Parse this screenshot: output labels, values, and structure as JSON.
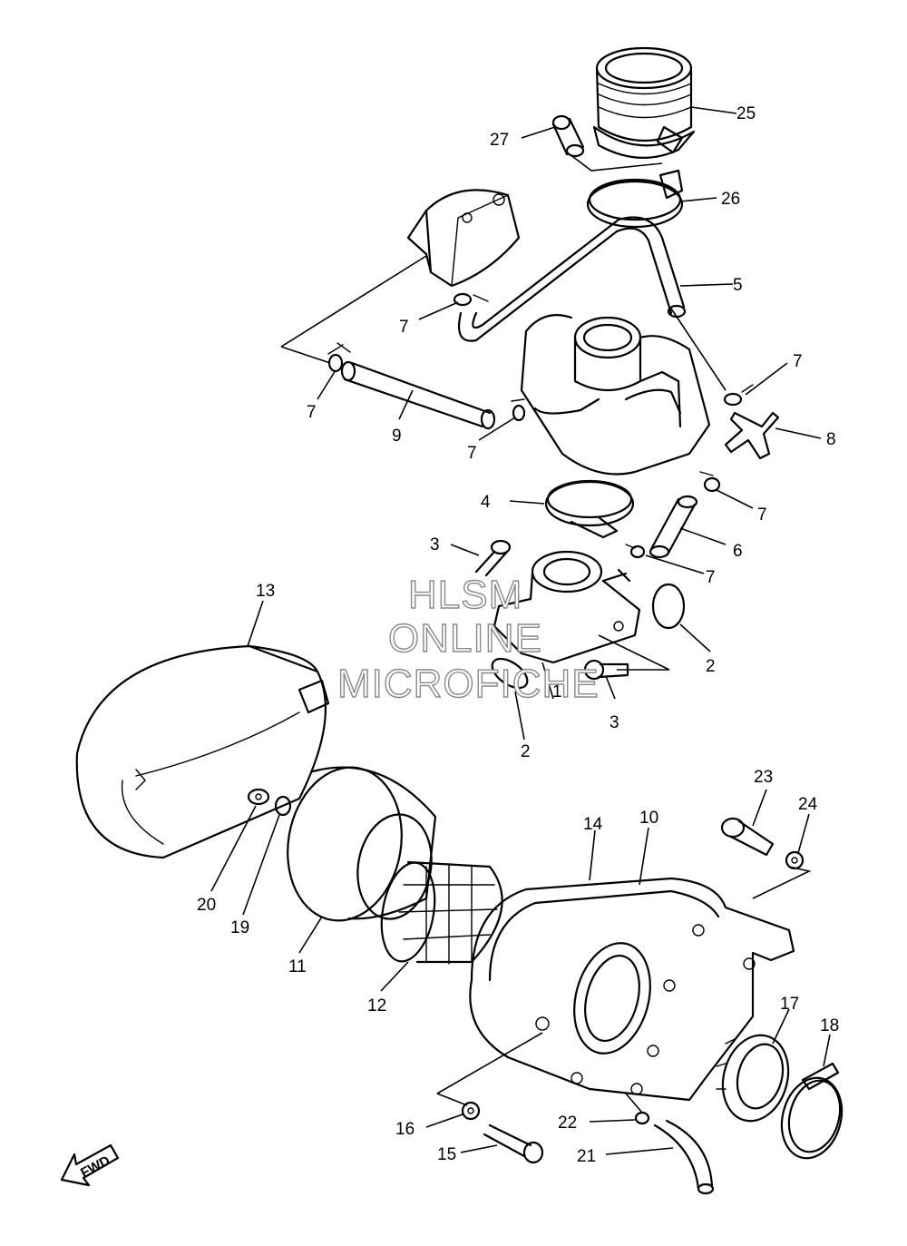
{
  "watermark": {
    "line1": "HLSM",
    "line2": "ONLINE",
    "line3": "MICROFICHE"
  },
  "fwd_label": "FWD",
  "callouts": {
    "c1": "1",
    "c2a": "2",
    "c2b": "2",
    "c3a": "3",
    "c3b": "3",
    "c4": "4",
    "c5": "5",
    "c6": "6",
    "c7a": "7",
    "c7b": "7",
    "c7c": "7",
    "c7d": "7",
    "c7e": "7",
    "c7f": "7",
    "c8": "8",
    "c9": "9",
    "c10": "10",
    "c11": "11",
    "c12": "12",
    "c13": "13",
    "c14": "14",
    "c15": "15",
    "c16": "16",
    "c17": "17",
    "c18": "18",
    "c19": "19",
    "c20": "20",
    "c21": "21",
    "c22": "22",
    "c23": "23",
    "c24": "24",
    "c25": "25",
    "c26": "26",
    "c27": "27"
  }
}
